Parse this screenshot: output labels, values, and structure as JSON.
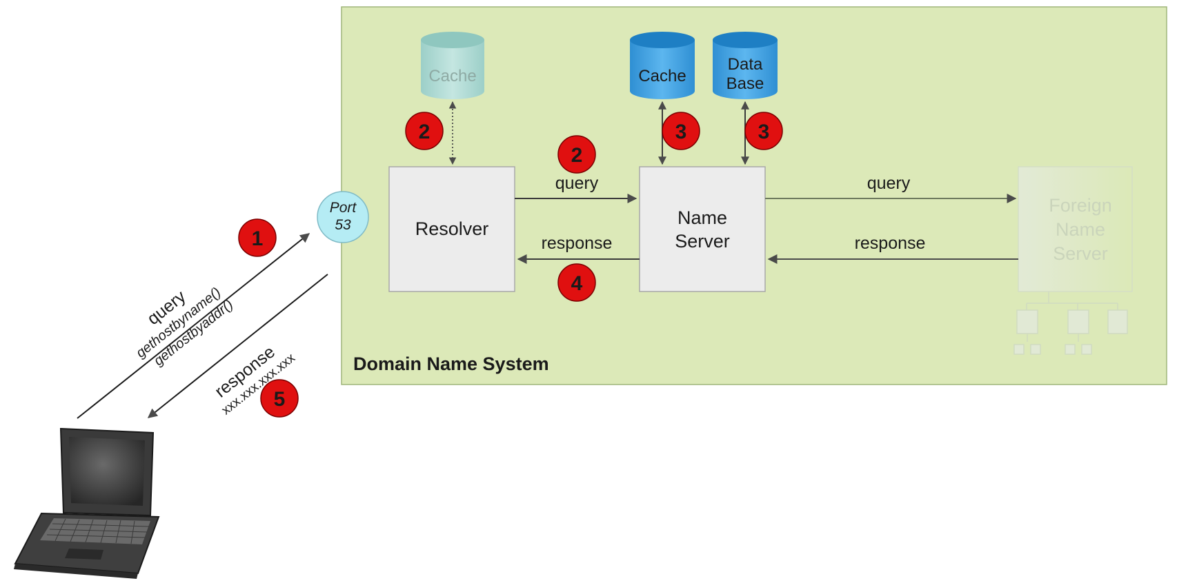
{
  "system": {
    "label": "Domain Name System"
  },
  "resolver": {
    "label": "Resolver"
  },
  "name_server": {
    "line1": "Name",
    "line2": "Server"
  },
  "foreign_server": {
    "line1": "Foreign",
    "line2": "Name",
    "line3": "Server"
  },
  "port": {
    "line1": "Port",
    "line2": "53"
  },
  "databases": {
    "resolver_cache": {
      "label": "Cache"
    },
    "ns_cache": {
      "label": "Cache"
    },
    "ns_database": {
      "line1": "Data",
      "line2": "Base"
    }
  },
  "arrows": {
    "query_mid": "query",
    "response_mid": "response",
    "query_right": "query",
    "response_right": "response",
    "client_query": "query",
    "client_fn1": "gethostbyname()",
    "client_fn2": "gethostbyaddr()",
    "client_response": "response",
    "client_address": "xxx.xxx.xxx.xxx"
  },
  "steps": {
    "s1": "1",
    "s2a": "2",
    "s2b": "2",
    "s3a": "3",
    "s3b": "3",
    "s4": "4",
    "s5": "5"
  },
  "colors": {
    "panel": "#dce9b8",
    "panel_border": "#9fb67a",
    "box_fill": "#ececec",
    "box_border": "#a8a8a8",
    "cyl_blue": "#3aa0e0",
    "cyl_blue_top": "#1e7fc4",
    "cyl_faded": "#a9d6cf",
    "port": "#b5ecf4",
    "step": "#e01010",
    "arrow": "#555555",
    "faded_text": "#c9d3bf"
  }
}
